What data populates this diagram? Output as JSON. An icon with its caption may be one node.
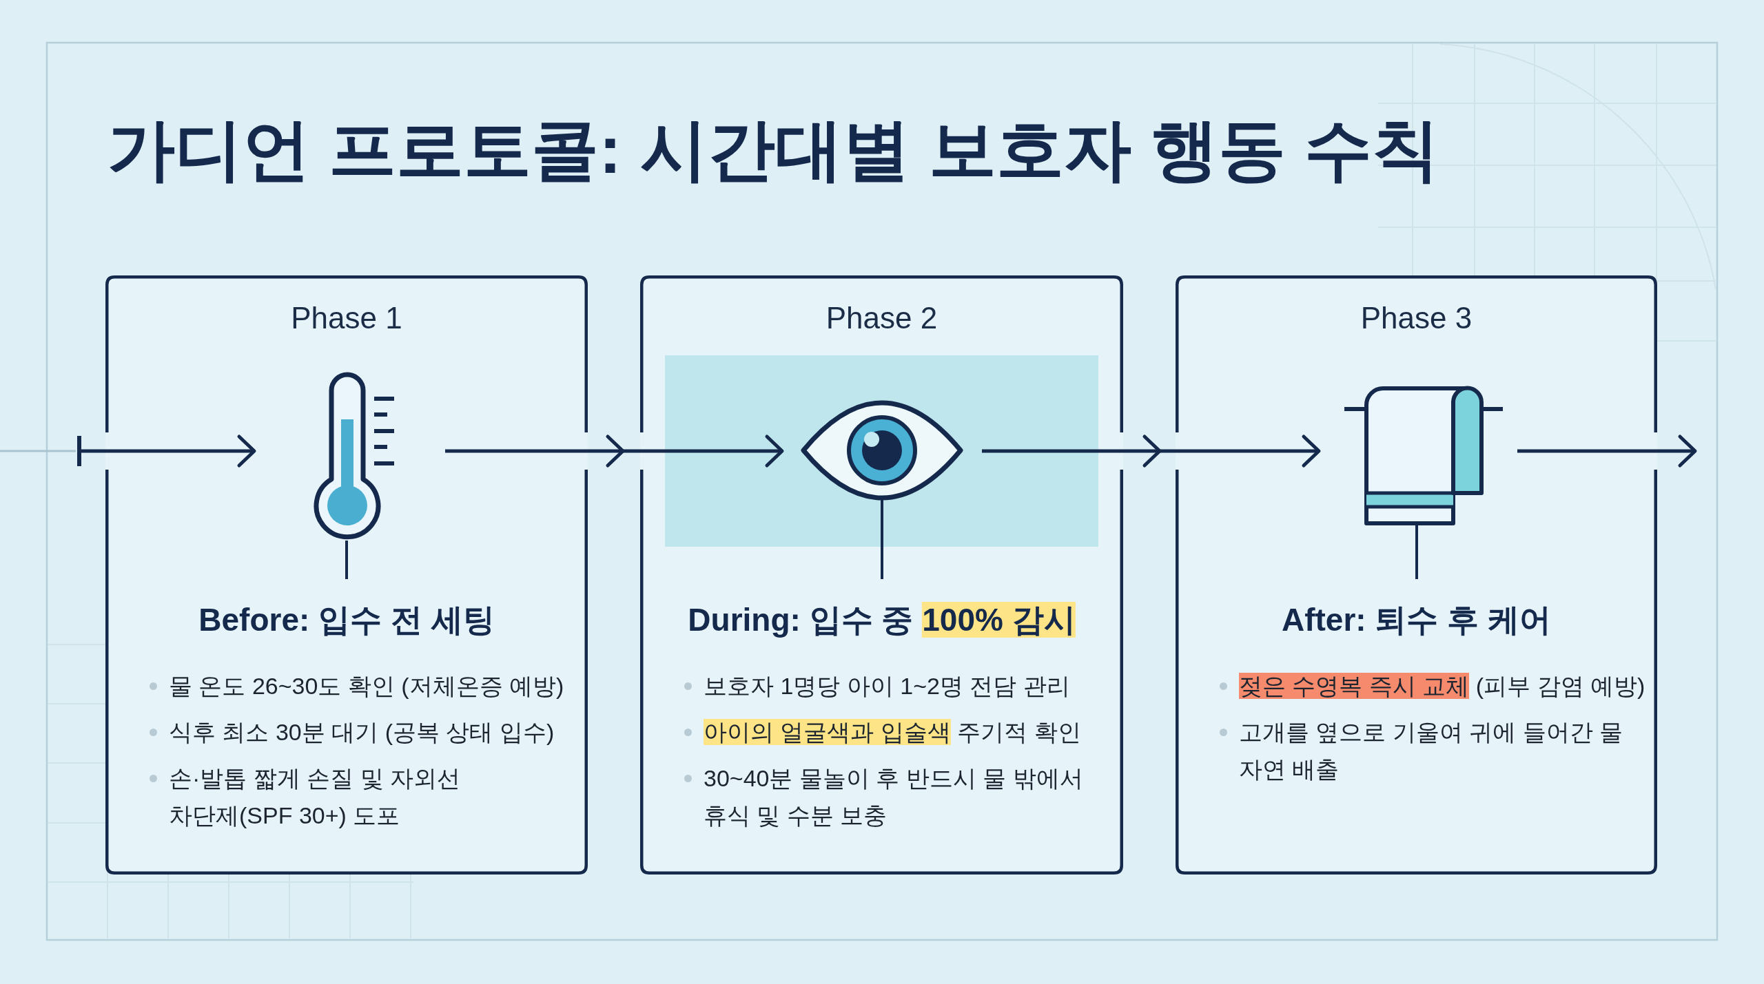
{
  "diagram": {
    "title": "가디언 프로토콜: 시간대별 보호자 행동 수칙",
    "nodes": [
      {
        "text": [
          "Phase 1",
          "Before: 입수 전 세팅",
          "물 온도 26~30도 확인 (저체온증 예방)",
          "식후 최소 30분 대기 (공복 상태 입수)",
          "손·발톱 짧게 손질 및 자외선 차단제(SPF 30+) 도포"
        ]
      },
      {
        "text": [],
        "shape": "picture",
        "in": 0
      },
      {
        "text": [
          "Phase 2",
          "During: 입수 중 100% 감시",
          "보호자 1명당 아이 1~2명 전담 관리",
          "아이의 얼굴색과 입술색 주기적 확인",
          "30~40분 물놀이 후 반드시 물 밖에서 휴식 및 수분 보충"
        ]
      },
      {
        "text": [],
        "shape": "picture",
        "in": 2
      },
      {
        "text": [
          "Phase 3",
          "After: 퇴수 후 케어",
          "젖은 수영복 즉시 교체 (피부 감염 예방)",
          "고개를 옆으로 기울여 귀에 들어간 물 자연 배출"
        ]
      },
      {
        "text": [],
        "shape": "picture",
        "in": 4
      }
    ],
    "edges": [
      {
        "from": null,
        "to": 1,
        "arrow": "to"
      },
      {
        "from": 1,
        "to": 3,
        "arrow": "to"
      },
      {
        "from": 3,
        "to": 5,
        "arrow": "to"
      },
      {
        "from": 5,
        "to": null,
        "arrow": "to"
      }
    ]
  }
}
